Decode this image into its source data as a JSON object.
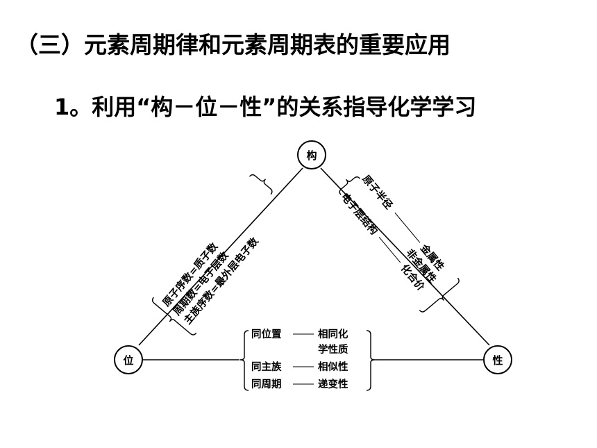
{
  "heading": "（三）元素周期律和元素周期表的重要应用",
  "subheading": "1。利用“构－位－性”的关系指导化学学习",
  "diagram": {
    "nodes": {
      "top": "构",
      "left": "位",
      "right": "性"
    },
    "left_side": [
      "原子序数=质子数",
      "周期数=电子层数",
      "主族序数=最外层电子数"
    ],
    "right_side": {
      "line1_left": "原子半径",
      "line1_right": "金属性",
      "line2_right": "非金属性",
      "line3_left": "电子层结构",
      "line3_right": "化合价"
    },
    "bottom": {
      "row1_left": "同位置",
      "row1_right": "相同化",
      "row1_right_cont": "学性质",
      "row2_left": "同主族",
      "row2_right": "相似性",
      "row3_left": "同周期",
      "row3_right": "递变性"
    }
  }
}
